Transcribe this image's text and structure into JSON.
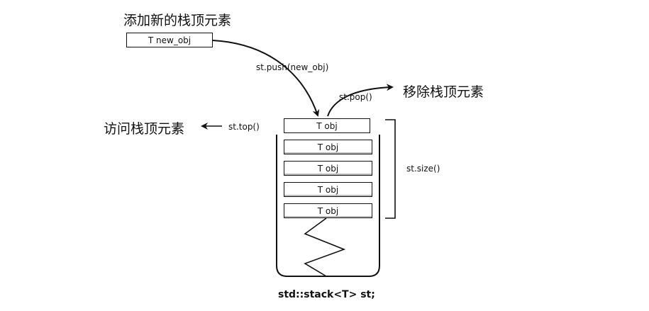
{
  "labels": {
    "add_top": "添加新的栈顶元素",
    "remove_top": "移除栈顶元素",
    "access_top": "访问栈顶元素"
  },
  "operations": {
    "push": "st.push(new_obj)",
    "pop": "st.pop()",
    "top": "st.top()",
    "size": "st.size()"
  },
  "new_object": "T new_obj",
  "stack_items": [
    "T obj",
    "T obj",
    "T obj",
    "T obj",
    "T obj"
  ],
  "caption": "std::stack<T> st;"
}
